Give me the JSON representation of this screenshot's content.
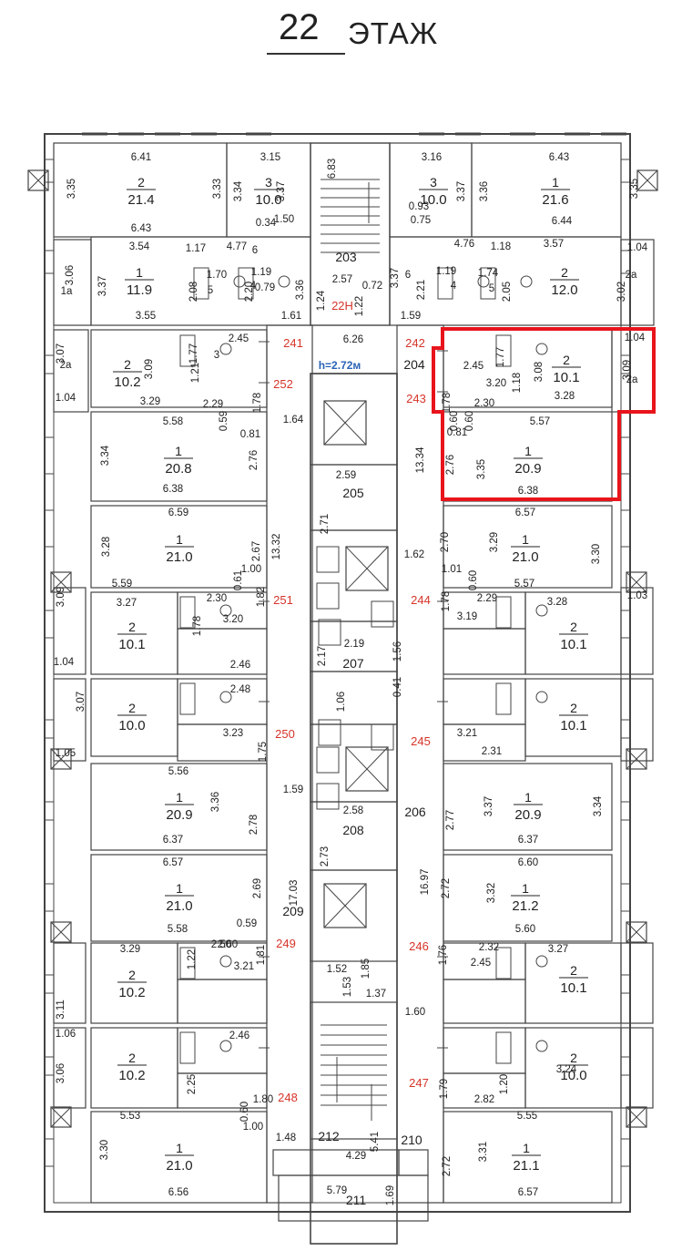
{
  "title": {
    "number": "22",
    "word": "ЭТАЖ"
  },
  "ceiling_height": "h=2.72м",
  "highlight_color": "#e8141c",
  "apartment_numbers": [
    "241",
    "242",
    "243",
    "244",
    "245",
    "246",
    "247",
    "248",
    "249",
    "250",
    "251",
    "252",
    "22H"
  ],
  "corridor_labels": [
    "203",
    "204",
    "205",
    "206",
    "207",
    "208",
    "209",
    "210",
    "211",
    "212"
  ],
  "rooms": [
    {
      "n": "2",
      "a": "21.4"
    },
    {
      "n": "3",
      "a": "10.0"
    },
    {
      "n": "3",
      "a": "10.0"
    },
    {
      "n": "1",
      "a": "21.6"
    },
    {
      "n": "1",
      "a": "11.9"
    },
    {
      "n": "2",
      "a": "12.0"
    },
    {
      "n": "2",
      "a": "10.2"
    },
    {
      "n": "2",
      "a": "10.1"
    },
    {
      "n": "1",
      "a": "20.8"
    },
    {
      "n": "1",
      "a": "20.9"
    },
    {
      "n": "1",
      "a": "21.0"
    },
    {
      "n": "1",
      "a": "21.0"
    },
    {
      "n": "2",
      "a": "10.1"
    },
    {
      "n": "2",
      "a": "10.1"
    },
    {
      "n": "2",
      "a": "10.0"
    },
    {
      "n": "2",
      "a": "10.1"
    },
    {
      "n": "1",
      "a": "20.9"
    },
    {
      "n": "1",
      "a": "20.9"
    },
    {
      "n": "1",
      "a": "21.0"
    },
    {
      "n": "1",
      "a": "21.2"
    },
    {
      "n": "2",
      "a": "10.2"
    },
    {
      "n": "2",
      "a": "10.1"
    },
    {
      "n": "2",
      "a": "10.2"
    },
    {
      "n": "2",
      "a": "10.0"
    },
    {
      "n": "1",
      "a": "21.0"
    },
    {
      "n": "1",
      "a": "21.1"
    }
  ],
  "dimensions": [
    "6.41",
    "3.35",
    "3.33",
    "6.43",
    "3.15",
    "3.34",
    "3.37",
    "6.83",
    "3.16",
    "3.37",
    "3.36",
    "6.43",
    "3.35",
    "6.44",
    "0.34",
    "1.50",
    "0.93",
    "0.75",
    "3.54",
    "4.77",
    "1.17",
    "6",
    "2.57",
    "4.76",
    "1.18",
    "3.57",
    "3.06",
    "1a",
    "3.37",
    "1.70",
    "5",
    "2.08",
    "1.19",
    "4",
    "0.79",
    "2.20",
    "3.36",
    "0.72",
    "3.37",
    "6",
    "2.21",
    "1.19",
    "4",
    "1.74",
    "5",
    "2.05",
    "1.04",
    "2a",
    "3.02",
    "3.55",
    "1.61",
    "1.24",
    "1.22",
    "1.59",
    "3.07",
    "2a",
    "2.45",
    "3",
    "1.77",
    "3.09",
    "1.04",
    "6.26",
    "1.04",
    "2a",
    "3.09",
    "3.08",
    "3.28",
    "3.20",
    "2.45",
    "1.77",
    "1.18",
    "3.29",
    "1.21",
    "2.29",
    "0.59",
    "1.78",
    "1.64",
    "1.78",
    "0.60",
    "2.30",
    "0.60",
    "0.81",
    "5.58",
    "0.81",
    "5.57",
    "3.34",
    "2.76",
    "13.34",
    "2.76",
    "3.35",
    "6.38",
    "6.38",
    "2.59",
    "2.71",
    "3.28",
    "6.59",
    "2.67",
    "13.32",
    "2.70",
    "6.57",
    "3.29",
    "3.30",
    "1.00",
    "1.01",
    "0.61",
    "0.60",
    "5.59",
    "5.57",
    "3.09",
    "3.27",
    "2.30",
    "1.82",
    "1.78",
    "2.29",
    "3.28",
    "1.03",
    "1.04",
    "3.20",
    "2.46",
    "1.78",
    "3.19",
    "1.62",
    "2.19",
    "2.17",
    "1.56",
    "0.41",
    "1.06",
    "2.48",
    "3.07",
    "1.05",
    "1.75",
    "3.23",
    "3.21",
    "2.31",
    "5.56",
    "3.36",
    "1.59",
    "2.78",
    "2.77",
    "3.37",
    "3.34",
    "6.37",
    "6.37",
    "2.58",
    "2.73",
    "17.03",
    "16.97",
    "6.57",
    "6.60",
    "2.69",
    "2.72",
    "3.32",
    "0.59",
    "1.81",
    "1.76",
    "2.32",
    "5.58",
    "5.60",
    "3.27",
    "3.29",
    "1.22",
    "2.60",
    "1.52",
    "1.53",
    "1.85",
    "1.37",
    "1.60",
    "3.11",
    "3.21",
    "2.45",
    "1.06",
    "2.46",
    "3.24",
    "3.06",
    "1.80",
    "0.60",
    "1.79",
    "2.82",
    "5.53",
    "5.55",
    "1.48",
    "4.29",
    "5.41",
    "3.30",
    "2.72",
    "3.31",
    "6.56",
    "6.57",
    "5.79",
    "1.69",
    "1.20",
    "2.25",
    "2.50",
    "1.00"
  ]
}
